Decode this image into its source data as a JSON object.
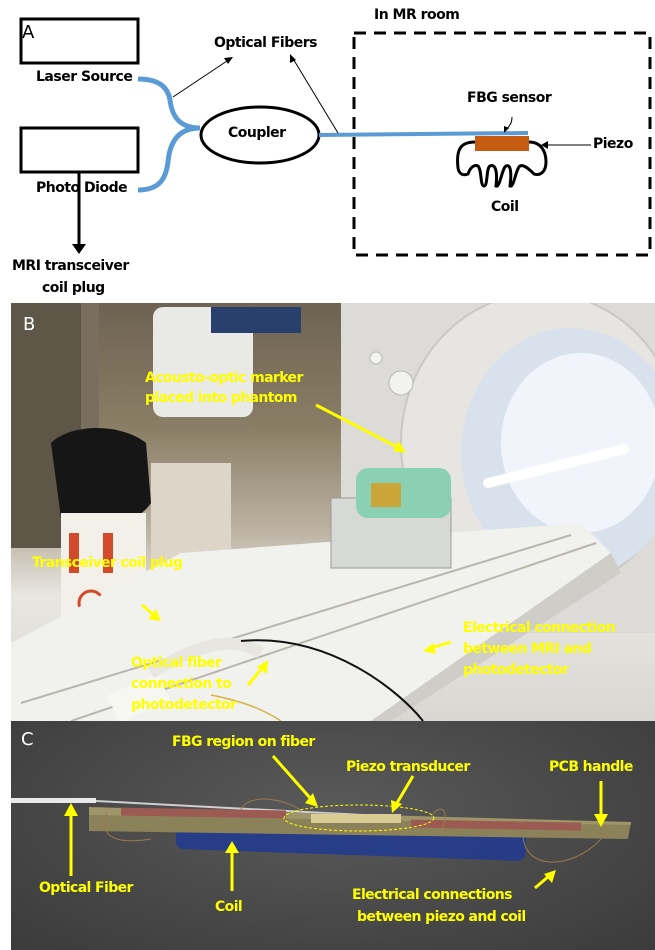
{
  "figure": {
    "panel_a": {
      "letter": "A",
      "laser_source": "Laser Source",
      "photo_diode": "Photo Diode",
      "coupler": "Coupler",
      "optical_fibers": "Optical Fibers",
      "mri_plug_line1": "MRI transceiver",
      "mri_plug_line2": "coil plug",
      "mr_room": "In MR room",
      "fbg_sensor": "FBG sensor",
      "piezo": "Piezo",
      "coil": "Coil",
      "colors": {
        "fiber": "#5b9bd5",
        "piezo": "#c55a11",
        "line": "#000000"
      }
    },
    "panel_b": {
      "letter": "B",
      "marker_line1": "Acousto-optic marker",
      "marker_line2": "placed into phantom",
      "transceiver_plug": "Transceiver coil plug",
      "fiber_line1": "Optical fiber",
      "fiber_line2": "connection to",
      "fiber_line3": "photodetector",
      "electrical_line1": "Electrical connection",
      "electrical_line2": "between MRI and",
      "electrical_line3": "photodetector",
      "colors": {
        "annotation": "#ffff00"
      }
    },
    "panel_c": {
      "letter": "C",
      "fbg_region": "FBG region on fiber",
      "piezo_transducer": "Piezo transducer",
      "pcb_handle": "PCB handle",
      "optical_fiber": "Optical Fiber",
      "coil": "Coil",
      "electrical_line1": "Electrical connections",
      "electrical_line2": "between piezo and coil",
      "colors": {
        "annotation": "#ffff00",
        "coil": "#2a3f8f",
        "pcb": "#8a8056"
      }
    }
  }
}
